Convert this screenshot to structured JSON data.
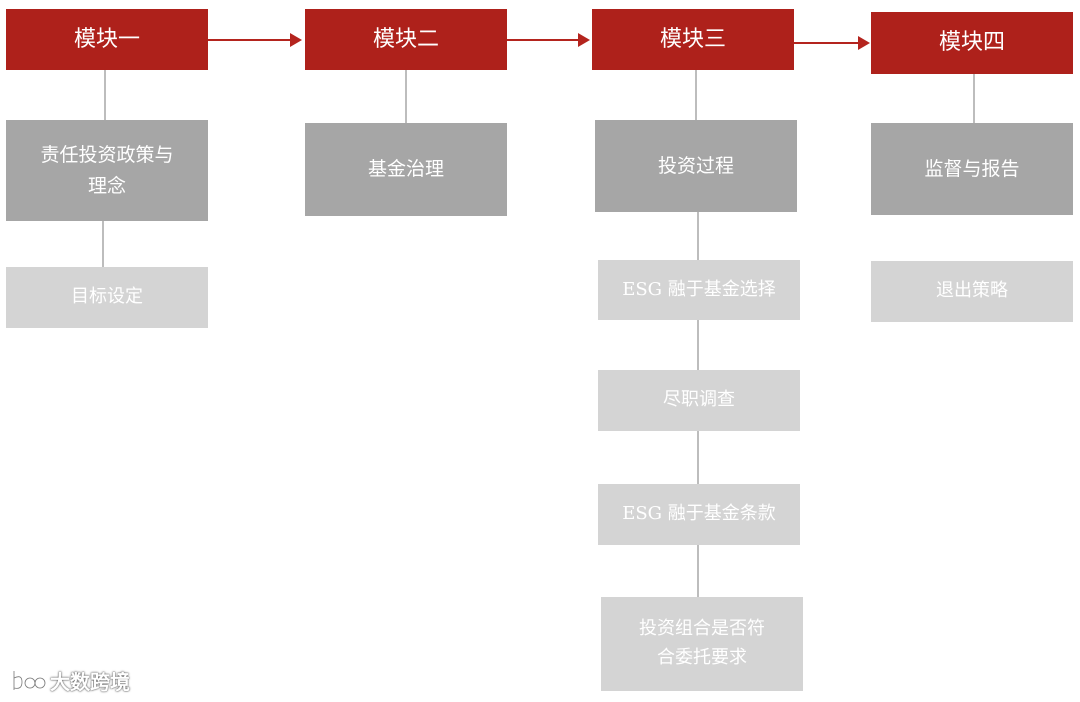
{
  "modules": [
    {
      "title": "模块一",
      "level2": [
        "责任投资政策与",
        "理念"
      ],
      "level3": [
        "目标设定"
      ]
    },
    {
      "title": "模块二",
      "level2": [
        "基金治理"
      ],
      "level3": []
    },
    {
      "title": "模块三",
      "level2": [
        "投资过程"
      ],
      "level3": [
        "ESG 融于基金选择",
        "尽职调查",
        "ESG 融于基金条款",
        [
          "投资组合是否符",
          "合委托要求"
        ]
      ]
    },
    {
      "title": "模块四",
      "level2": [
        "监督与报告"
      ],
      "level3": [
        "退出策略"
      ]
    }
  ],
  "watermark": "大数跨境",
  "colors": {
    "module": "#ae211b",
    "level2": "#a6a6a6",
    "level3": "#d4d4d4",
    "arrow": "#b4241e"
  }
}
